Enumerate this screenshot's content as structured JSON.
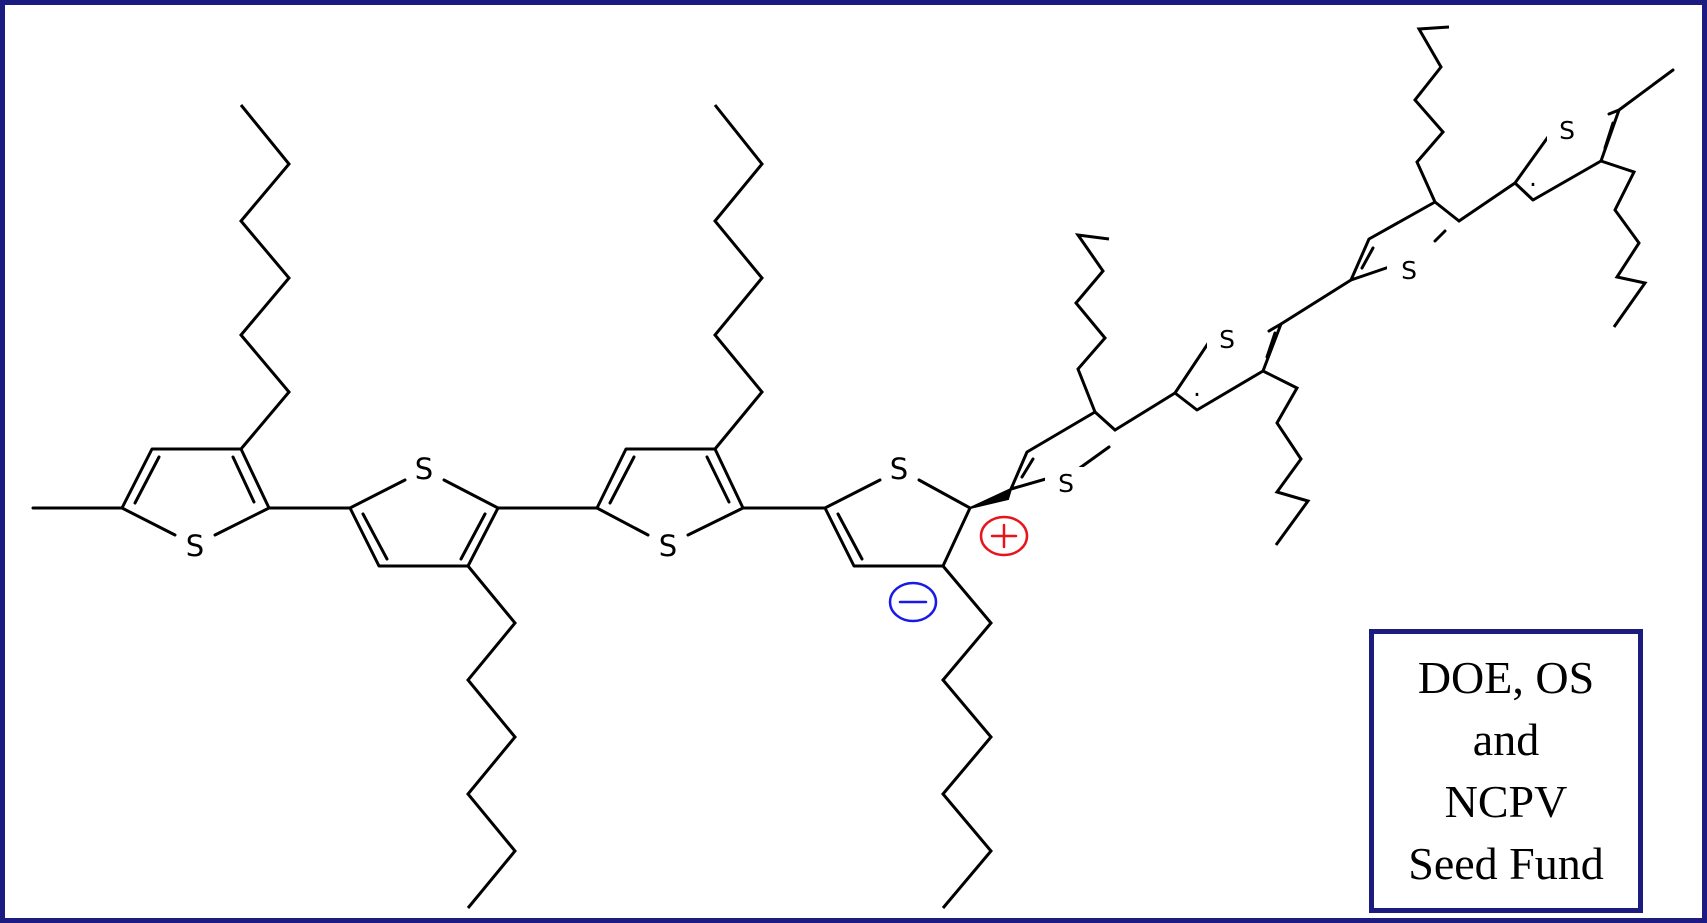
{
  "atoms": {
    "sulfur": "S"
  },
  "charges": {
    "positive": {
      "symbol": "+",
      "color": "#e8141c"
    },
    "negative": {
      "symbol": "−",
      "color": "#1a1ae6"
    }
  },
  "funding_box": {
    "line1": "DOE, OS",
    "line2": "and",
    "line3": "NCPV",
    "line4": "Seed Fund"
  },
  "colors": {
    "frame": "#1c1c80",
    "bond": "#000000"
  }
}
